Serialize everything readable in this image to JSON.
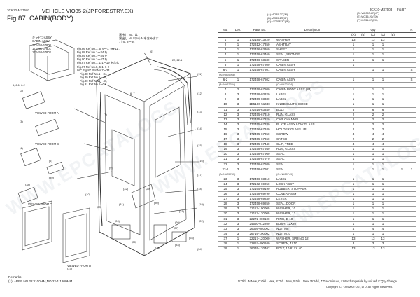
{
  "header": {
    "code_left": "3CK10-M37503",
    "vehicle": "VEHICLE VIO35-2(JP,FORESTRY,EX)",
    "fig_title": "Fig.87.  CABIN(BODY)",
    "code_right": "3CK10-M37503",
    "fig_right": "Fig.87",
    "variants": [
      "(A):VIO35-2C(JP)",
      "(B):VIO35-2R(JP)",
      "(C):VIO35F-3C(JP)"
    ],
    "variants_right": [
      "(D):VIO35F-2R(JP)",
      "(E):VIO35-2C(EX)",
      "(F):VIO35-2R(EX)"
    ]
  },
  "table": {
    "headers": [
      "No.",
      "Lev.",
      "Parts No.",
      "Description",
      "Qty",
      "I",
      "R"
    ],
    "qty_cols": [
      "(A)",
      "(B)",
      "(C)",
      "(D)",
      "(E)"
    ],
    "rows": [
      {
        "type": "row",
        "no": "1",
        "lev": "1",
        "part": "172185-13220",
        "desc": "WASHER",
        "a": "13",
        "b": "",
        "c": "13",
        "d": "13",
        "e": "",
        "i": "",
        "r": ""
      },
      {
        "type": "row",
        "no": "2",
        "lev": "1",
        "part": "172312-17350",
        "desc": "ASHTRAY",
        "a": "1",
        "b": "",
        "c": "1",
        "d": "1",
        "e": "",
        "i": "",
        "r": ""
      },
      {
        "type": "row",
        "no": "3",
        "lev": "1",
        "part": "172456-63360",
        "desc": "SHEET",
        "a": "1",
        "b": "",
        "c": "1",
        "d": "1",
        "e": "",
        "i": "",
        "r": ""
      },
      {
        "type": "row",
        "no": "4",
        "lev": "1",
        "part": "172458-63460",
        "desc": "SEAL, SPONGE",
        "a": "1",
        "b": "",
        "c": "1",
        "d": "1",
        "e": "",
        "i": "",
        "r": ""
      },
      {
        "type": "row",
        "no": "5",
        "lev": "1",
        "part": "172456-63580",
        "desc": "SPACER",
        "a": "1",
        "b": "",
        "c": "1",
        "d": "1",
        "e": "",
        "i": "",
        "r": ""
      },
      {
        "type": "row",
        "no": "6",
        "lev": "1",
        "part": "172458-67800",
        "desc": "CABIN ASSY",
        "a": "1",
        "b": "",
        "c": "",
        "d": "",
        "e": "",
        "i": "",
        "r": ""
      },
      {
        "type": "row",
        "no": "6-1",
        "lev": "1",
        "part": "172458-67801",
        "desc": "CABIN ASSY",
        "a": "",
        "b": "",
        "c": "1",
        "d": "1",
        "e": "",
        "i": "",
        "r": "S"
      },
      {
        "type": "sub",
        "text": "(A>N#05968)",
        "right": ""
      },
      {
        "type": "row",
        "no": "6-2",
        "lev": "1",
        "part": "172458-67802",
        "desc": "CABIN ASSY",
        "a": "1",
        "b": "",
        "c": "1",
        "d": "1",
        "e": "",
        "i": "",
        "r": "S"
      },
      {
        "type": "sub",
        "text": "(A>N#22334)",
        "right": "(C>N#22334)"
      },
      {
        "type": "row",
        "no": "7",
        "lev": "2",
        "part": "172459-67800",
        "desc": "CABIN BODY ASSY (83)",
        "a": "1",
        "b": "",
        "c": "1",
        "d": "1",
        "e": "",
        "i": "",
        "r": ""
      },
      {
        "type": "row",
        "no": "8",
        "lev": "3",
        "part": "172498-03320",
        "desc": "LABEL",
        "a": "1",
        "b": "",
        "c": "1",
        "d": "1",
        "e": "",
        "i": "",
        "r": ""
      },
      {
        "type": "row",
        "no": "9",
        "lev": "3",
        "part": "172459-03330",
        "desc": "LABEL",
        "a": "1",
        "b": "",
        "c": "1",
        "d": "1",
        "e": "",
        "i": "",
        "r": ""
      },
      {
        "type": "row",
        "no": "10",
        "lev": "3",
        "part": "1E5100-51430",
        "desc": "KNOB CLUTCHERED",
        "a": "1",
        "b": "",
        "c": "1",
        "d": "1",
        "e": "",
        "i": "",
        "r": ""
      },
      {
        "type": "row",
        "no": "11",
        "lev": "3",
        "part": "172519-63340",
        "desc": "BOLT",
        "a": "6",
        "b": "",
        "c": "6",
        "d": "6",
        "e": "",
        "i": "",
        "r": ""
      },
      {
        "type": "row",
        "no": "12",
        "lev": "3",
        "part": "172455-67310",
        "desc": "RUN, GLASS",
        "a": "2",
        "b": "",
        "c": "2",
        "d": "2",
        "e": "",
        "i": "",
        "r": ""
      },
      {
        "type": "row",
        "no": "13",
        "lev": "3",
        "part": "172455-67320",
        "desc": "CAP, CHANNEL",
        "a": "2",
        "b": "",
        "c": "2",
        "d": "2",
        "e": "",
        "i": "",
        "r": ""
      },
      {
        "type": "row",
        "no": "14",
        "lev": "3",
        "part": "172455-67330",
        "desc": "PLATE ASSY LOW GLASS",
        "a": "2",
        "b": "",
        "c": "2",
        "d": "2",
        "e": "",
        "i": "",
        "r": ""
      },
      {
        "type": "row",
        "no": "15",
        "lev": "3",
        "part": "172456-67340",
        "desc": "HOLDER GLASS UP",
        "a": "2",
        "b": "",
        "c": "2",
        "d": "2",
        "e": "",
        "i": "",
        "r": ""
      },
      {
        "type": "row",
        "no": "16",
        "lev": "3",
        "part": "172455-67350",
        "desc": "SCREW",
        "a": "4",
        "b": "",
        "c": "4",
        "d": "4",
        "e": "",
        "i": "",
        "r": ""
      },
      {
        "type": "row",
        "no": "17",
        "lev": "3",
        "part": "172455-67360",
        "desc": "CATCH",
        "a": "2",
        "b": "",
        "c": "2",
        "d": "2",
        "e": "",
        "i": "",
        "r": ""
      },
      {
        "type": "row",
        "no": "18",
        "lev": "3",
        "part": "172455-67440",
        "desc": "CLIP, TREE",
        "a": "4",
        "b": "",
        "c": "4",
        "d": "4",
        "e": "",
        "i": "",
        "r": ""
      },
      {
        "type": "row",
        "no": "19",
        "lev": "3",
        "part": "172458-67940",
        "desc": "RUN, GLASS",
        "a": "1",
        "b": "",
        "c": "1",
        "d": "1",
        "e": "",
        "i": "",
        "r": ""
      },
      {
        "type": "row",
        "no": "20",
        "lev": "3",
        "part": "172458-67960",
        "desc": "SEAL",
        "a": "1",
        "b": "",
        "c": "1",
        "d": "1",
        "e": "",
        "i": "",
        "r": ""
      },
      {
        "type": "row",
        "no": "21",
        "lev": "3",
        "part": "172458-67970",
        "desc": "SEAL",
        "a": "1",
        "b": "",
        "c": "1",
        "d": "1",
        "e": "",
        "i": "",
        "r": ""
      },
      {
        "type": "row",
        "no": "22",
        "lev": "3",
        "part": "172458-67980",
        "desc": "SEAL",
        "a": "1",
        "b": "",
        "c": "1",
        "d": "1",
        "e": "",
        "i": "",
        "r": ""
      },
      {
        "type": "row",
        "no": "22-1",
        "lev": "3",
        "part": "172458-67981",
        "desc": "SEAL",
        "a": "1",
        "b": "",
        "c": "1",
        "d": "1",
        "e": "",
        "i": "S",
        "r": "1"
      },
      {
        "type": "sub",
        "text": "(A>N#25749)",
        "right": "(C>N#25749)"
      },
      {
        "type": "row",
        "no": "23",
        "lev": "3",
        "part": "172456-03310",
        "desc": "LABEL",
        "a": "1",
        "b": "",
        "c": "1",
        "d": "1",
        "e": "",
        "i": "",
        "r": ""
      },
      {
        "type": "row",
        "no": "24",
        "lev": "3",
        "part": "172162-69050",
        "desc": "LOCK ASSY",
        "a": "1",
        "b": "",
        "c": "1",
        "d": "1",
        "e": "",
        "i": "",
        "r": ""
      },
      {
        "type": "row",
        "no": "25",
        "lev": "3",
        "part": "172165-69190",
        "desc": "RUBBER, STOPPER",
        "a": "1",
        "b": "",
        "c": "1",
        "d": "1",
        "e": "",
        "i": "",
        "r": ""
      },
      {
        "type": "row",
        "no": "26",
        "lev": "3",
        "part": "172458-69790",
        "desc": "COVER ASSY",
        "a": "1",
        "b": "",
        "c": "1",
        "d": "1",
        "e": "",
        "i": "",
        "r": ""
      },
      {
        "type": "row",
        "no": "27",
        "lev": "3",
        "part": "172458-69830",
        "desc": "LEVER",
        "a": "1",
        "b": "",
        "c": "1",
        "d": "1",
        "e": "",
        "i": "",
        "r": ""
      },
      {
        "type": "row",
        "no": "28",
        "lev": "3",
        "part": "172458-69850",
        "desc": "SEAL, DOOR",
        "a": "1",
        "b": "",
        "c": "1",
        "d": "1",
        "e": "",
        "i": "",
        "r": ""
      },
      {
        "type": "row",
        "no": "29",
        "lev": "3",
        "part": "22117-100000",
        "desc": "WASHER, 10",
        "a": "1",
        "b": "",
        "c": "1",
        "d": "1",
        "e": "",
        "i": "",
        "r": ""
      },
      {
        "type": "row",
        "no": "30",
        "lev": "3",
        "part": "22117-120000",
        "desc": "WASHER, 12",
        "a": "1",
        "b": "",
        "c": "1",
        "d": "1",
        "e": "",
        "i": "",
        "r": ""
      },
      {
        "type": "row",
        "no": "31",
        "lev": "3",
        "part": "22272-000100",
        "desc": "RING, E-10",
        "a": "1",
        "b": "",
        "c": "1",
        "d": "1",
        "e": "",
        "i": "",
        "r": ""
      },
      {
        "type": "row",
        "no": "32",
        "lev": "3",
        "part": "24550-012200",
        "desc": "BUSH, 12X20",
        "a": "1",
        "b": "",
        "c": "1",
        "d": "1",
        "e": "",
        "i": "",
        "r": ""
      },
      {
        "type": "row",
        "no": "33",
        "lev": "3",
        "part": "26366-080002",
        "desc": "NUT, M8",
        "a": "4",
        "b": "",
        "c": "4",
        "d": "4",
        "e": "",
        "i": "",
        "r": ""
      },
      {
        "type": "row",
        "no": "34",
        "lev": "3",
        "part": "26716-100002",
        "desc": "NUT, M10",
        "a": "1",
        "b": "",
        "c": "1",
        "d": "1",
        "e": "",
        "i": "",
        "r": ""
      },
      {
        "type": "row",
        "no": "37",
        "lev": "1",
        "part": "22217-120000",
        "desc": "WASHER, SPRING 12",
        "a": "13",
        "b": "",
        "c": "13",
        "d": "13",
        "e": "",
        "i": "",
        "r": ""
      },
      {
        "type": "row",
        "no": "38",
        "lev": "1",
        "part": "22867-400100",
        "desc": "SCREW, 4X10",
        "a": "3",
        "b": "",
        "c": "3",
        "d": "3",
        "e": "",
        "i": "",
        "r": ""
      },
      {
        "type": "row",
        "no": "39",
        "lev": "1",
        "part": "26076-120402",
        "desc": "BOLT, 10.81ZX 40",
        "a": "13",
        "b": "",
        "c": "13",
        "d": "13",
        "e": "",
        "i": "",
        "r": ""
      }
    ]
  },
  "diagram": {
    "note_kanji": [
      "キャビンASSY",
      "CABIN ASSY"
    ],
    "note_parts": [
      "172458-67800",
      "172458-67801",
      "172458-67802"
    ],
    "note_top": [
      "黒出し No.7は",
      "黒出し No.8から34を含みます",
      "7 inc. 8〜34"
    ],
    "note_fig": [
      "Fig.86 Ref No.1, 5, 6〜7, 9〜11 ,",
      "Fig.88 Ref No.1〜34 を",
      "Fig.89 Ref No.1〜34 を",
      "Fig.90 Ref No.1〜47 を",
      "Fig.87 Ref No.1, 1-1〜19 を含む"
    ],
    "note_fig2": [
      "Fig.87 Ref No.8, 6-1, 6-2",
      "INC Fig.87 Ref No.7〜34",
      "Fig.88 Ref No.1〜34,",
      "Fig.89 Ref No.1〜34,",
      "Fig.90 Ref No.1〜47,",
      "Fig.91 Ref No.1〜16"
    ],
    "view_labels": [
      "VIEWED FROM A",
      "VIEWED FROM B",
      "VIEWED FROM C",
      "VIEWED FROM D"
    ],
    "callouts": [
      "(1)",
      "(2)",
      "(3)",
      "(4)",
      "(5)",
      "(6)",
      "(7)",
      "(8)",
      "(9)",
      "(10)",
      "(11)",
      "(12)",
      "(13)",
      "(14)",
      "(15)",
      "(16)",
      "(17)",
      "(18)",
      "(19)",
      "(20)",
      "(21)",
      "(22)",
      "(23)",
      "(24)",
      "(25)",
      "(26)",
      "(27)",
      "(28)",
      "(29)",
      "(30)",
      "(31)",
      "(32)",
      "(33)",
      "(34)",
      "(37)",
      "(38)",
      "(39)",
      "22, 22-1",
      "6, 6-1, 6-2",
      "6, 7"
    ]
  },
  "remarks": {
    "label": "Remarks",
    "text": "(1)L=REF NO.22:1100MM,NO.22-1:1200MM."
  },
  "legend": "N:Old→N New, O:Old→New, R:Old←New, S:Old→New, W:Add, Z:Discontinued, I:Interchangeable by unit ref, K:Q'ty Change",
  "copyright": "Copyright (C) YANMAR CO., LTD. All Rights Reserved.",
  "watermark": "WWW.EPCATALOGS"
}
